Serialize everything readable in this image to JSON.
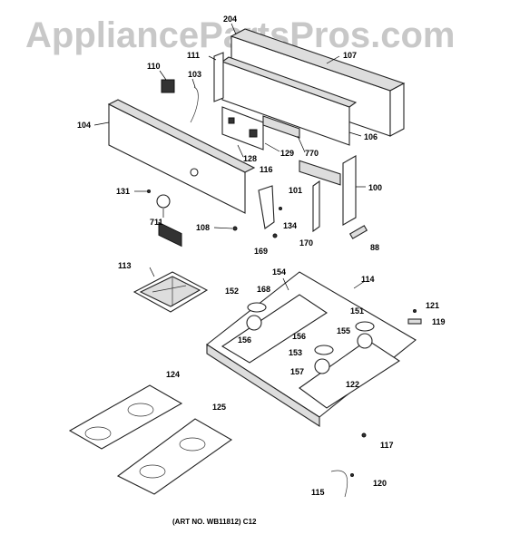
{
  "watermark": "AppliancePartsPros.com",
  "caption": "(ART NO. WB11812) C12",
  "callouts": {
    "204": "204",
    "107": "107",
    "111": "111",
    "110": "110",
    "103": "103",
    "104": "104",
    "106": "106",
    "770": "770",
    "129": "129",
    "128": "128",
    "116": "116",
    "101": "101",
    "100": "100",
    "131": "131",
    "711": "711",
    "108": "108",
    "134": "134",
    "169": "169",
    "170": "170",
    "88": "88",
    "113": "113",
    "154": "154",
    "114": "114",
    "152": "152",
    "168": "168",
    "151": "151",
    "121": "121",
    "119": "119",
    "156a": "156",
    "156b": "156",
    "155": "155",
    "153": "153",
    "157": "157",
    "122": "122",
    "124": "124",
    "125": "125",
    "117": "117",
    "120": "120",
    "115": "115"
  }
}
